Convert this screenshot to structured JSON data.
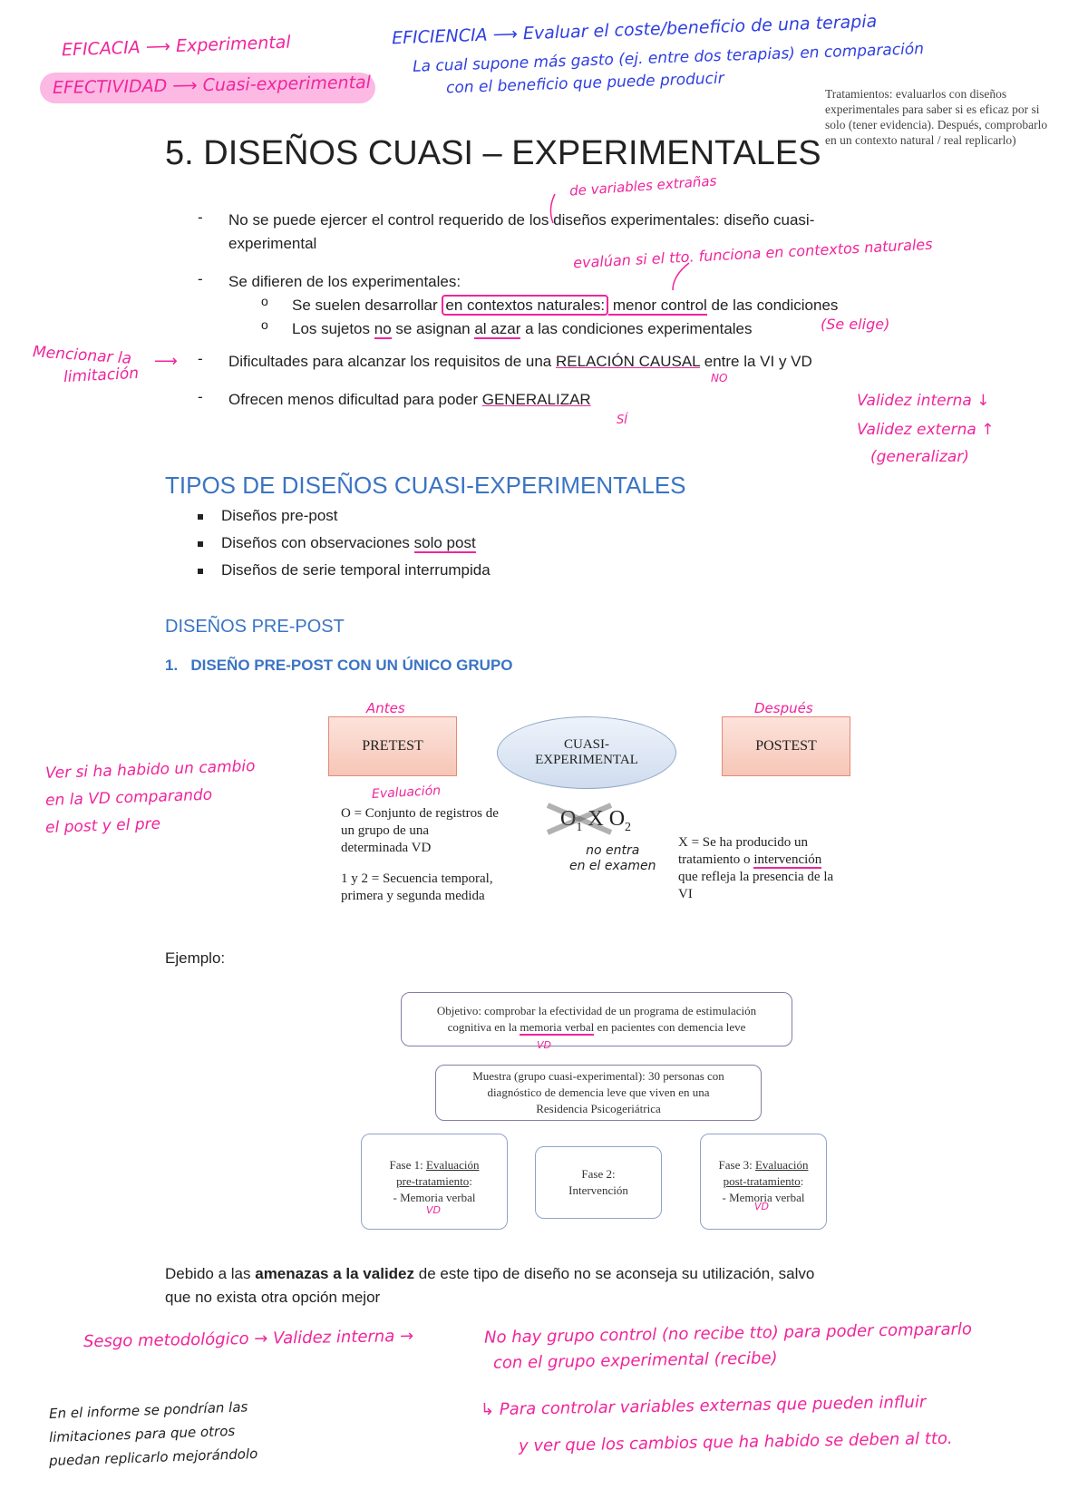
{
  "annotations_top": {
    "eficacia": "EFICACIA",
    "eficacia_val": "Experimental",
    "efectividad": "EFECTIVIDAD",
    "efectividad_val": "Cuasi-experimental",
    "eficiencia": "EFICIENCIA",
    "eficiencia_val": "Evaluar el coste/beneficio de una terapia",
    "eficiencia_line2": "La cual supone más gasto (ej. entre dos terapias) en comparación",
    "eficiencia_line3": "con el beneficio que puede producir"
  },
  "side_note": "Tratamientos: evaluarlos con diseños experimentales para saber si es eficaz por si solo (tener evidencia). Después, comprobarlo en un contexto natural / real replicarlo)",
  "title": "5. DISEÑOS CUASI – EXPERIMENTALES",
  "hw_variables": "de variables extrañas",
  "items": {
    "i1_a": "No se puede ejercer el control requerido de los diseños experimentales: diseño cuasi-",
    "i1_b": "experimental",
    "i2": "Se difieren de los experimentales:",
    "i2_sub1_pre": "Se suelen desarrollar ",
    "i2_sub1_box": "en contextos naturales:",
    "i2_sub1_mid": " menor control",
    "i2_sub1_post": " de las condiciones",
    "i2_sub2_pre": "Los sujetos ",
    "i2_sub2_no": "no",
    "i2_sub2_mid": " se asignan ",
    "i2_sub2_azar": "al azar",
    "i2_sub2_post": " a las condiciones experimentales",
    "i3_pre": "Dificultades para alcanzar los requisitos de una ",
    "i3_u": "RELACIÓN CAUSAL",
    "i3_post": " entre la VI y VD",
    "i4_pre": "Ofrecen menos dificultad para poder ",
    "i4_u": "GENERALIZAR"
  },
  "hw_mid": {
    "evaluan": "evalúan si el tto. funciona en contextos naturales",
    "se_elige": "(Se elige)",
    "mencionar1": "Mencionar la",
    "mencionar2": "limitación",
    "no": "NO",
    "si": "SÍ",
    "validez1": "Validez interna ↓",
    "validez2": "Validez externa ↑",
    "validez3": "(generalizar)"
  },
  "tipos": {
    "title": "TIPOS DE DISEÑOS CUASI-EXPERIMENTALES",
    "t1": "Diseños pre-post",
    "t2_pre": "Diseños con observaciones ",
    "t2_u": "solo post",
    "t3": "Diseños de serie temporal interrumpida"
  },
  "prepost": {
    "subtitle": "DISEÑOS PRE-POST",
    "num": "1.",
    "num_title": "DISEÑO PRE-POST CON UN ÚNICO GRUPO"
  },
  "diagram": {
    "antes": "Antes",
    "despues": "Después",
    "pretest": "PRETEST",
    "cuasi1": "CUASI-",
    "cuasi2": "EXPERIMENTAL",
    "postest": "POSTEST",
    "evaluacion": "Evaluación",
    "o_def1": "O = Conjunto de registros de",
    "o_def2": "un grupo de una",
    "o_def3": "determinada VD",
    "seq1": "1 y 2 = Secuencia temporal,",
    "seq2": "primera y segunda medida",
    "formula_o1": "O",
    "formula_s1": "1",
    "formula_x": " X ",
    "formula_o2": "O",
    "formula_s2": "2",
    "no_entra1": "no entra",
    "no_entra2": "en el examen",
    "x_def1": "X = Se ha producido un",
    "x_def2_pre": "tratamiento o ",
    "x_def2_u": "intervención",
    "x_def3": "que refleja la presencia de la",
    "x_def4": "VI",
    "ver1": "Ver si ha habido un cambio",
    "ver2": "en la VD comparando",
    "ver3": "el post y el pre"
  },
  "ejemplo": {
    "label": "Ejemplo:",
    "objetivo1": "Objetivo: comprobar la efectividad de un programa de estimulación",
    "objetivo2_pre": "cognitiva en la ",
    "objetivo2_u": "memoria verbal",
    "objetivo2_post": " en pacientes con demencia leve",
    "muestra1": "Muestra (grupo cuasi-experimental): 30 personas con",
    "muestra2": "diagnóstico de demencia leve que viven en una",
    "muestra3": "Residencia Psicogeriátrica",
    "fase1_a": "Fase 1: ",
    "fase1_b": "Evaluación",
    "fase1_c": "pre-tratamiento",
    "fase1_d": ":",
    "fase1_e": "-   Memoria verbal",
    "fase2_a": "Fase 2:",
    "fase2_b": "Intervención",
    "fase3_a": "Fase 3: ",
    "fase3_b": "Evaluación",
    "fase3_c": "post-tratamiento",
    "fase3_d": ":",
    "fase3_e": "-   Memoria verbal",
    "vd": "VD"
  },
  "conclusion": {
    "pre": "Debido a las ",
    "bold": "amenazas a la validez",
    "post": " de este tipo de diseño no se aconseja su utilización, salvo",
    "line2": "que no exista otra opción mejor"
  },
  "hw_bottom": {
    "sesgo": "Sesgo metodológico → Validez interna →",
    "nohay1": "No hay grupo control (no recibe tto) para poder compararlo",
    "nohay2": "con el grupo experimental (recibe)",
    "para1": "↳ Para controlar variables externas que pueden influir",
    "para2": "y ver que los cambios que ha habido se deben al tto.",
    "informe1": "En el informe se pondrían las",
    "informe2": "limitaciones para que otros",
    "informe3": "puedan replicarlo mejorándolo"
  }
}
